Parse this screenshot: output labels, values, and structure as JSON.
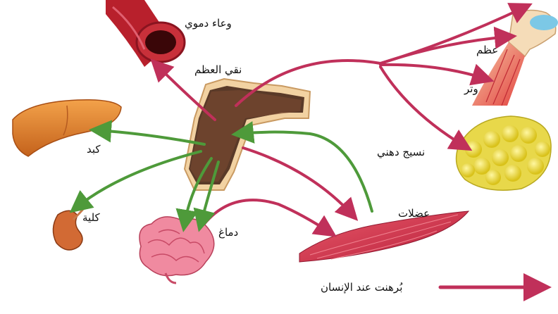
{
  "labels": {
    "blood_vessel": "وعاء دموي",
    "bone_marrow": "نقي العظم",
    "liver": "كبد",
    "kidney": "كلية",
    "brain": "دماغ",
    "muscles": "عضلات",
    "bone": "عظم",
    "tendon": "وتر",
    "fat_tissue": "نسيج دهني"
  },
  "legend": {
    "red_arrow": "بُرهنت عند الإنسان"
  },
  "colors": {
    "red_arrow": "#c0305a",
    "green_arrow": "#4e9a3a"
  }
}
